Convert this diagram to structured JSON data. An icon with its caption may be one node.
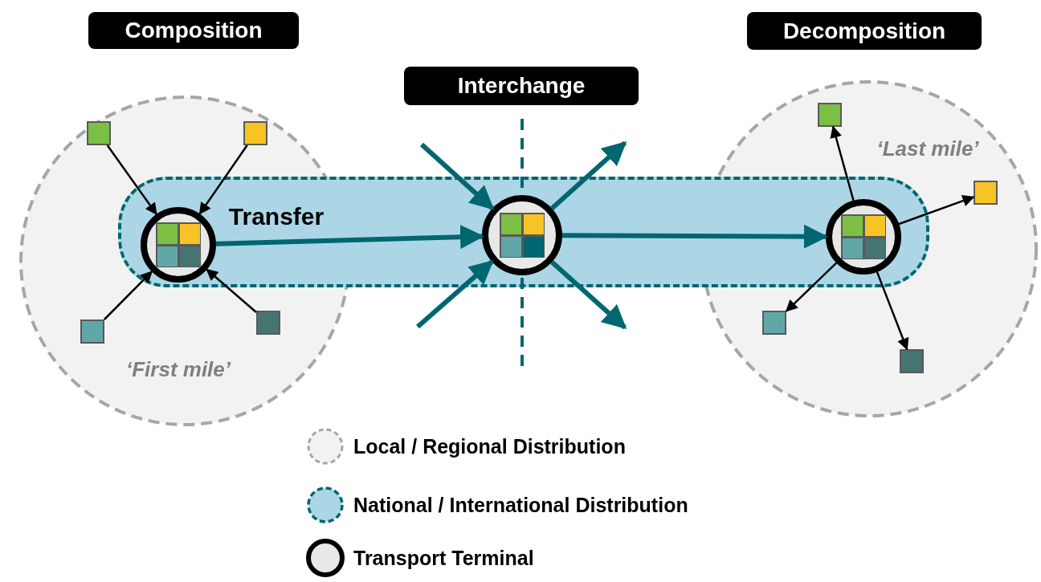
{
  "diagram": {
    "nodes": [
      {
        "text": [
          "Composition"
        ]
      },
      {
        "text": [
          "Interchange"
        ]
      },
      {
        "text": [
          "Decomposition"
        ]
      },
      {
        "text": [
          "‘First mile’"
        ]
      },
      {
        "text": [
          "‘Last mile’"
        ]
      },
      {
        "text": [
          "Transfer"
        ]
      },
      {
        "text": [],
        "shape": "circle"
      },
      {
        "text": [],
        "shape": "circle",
        "in": 5
      },
      {
        "text": [],
        "shape": "circle"
      },
      {
        "text": [],
        "shape": "box",
        "in": 3
      },
      {
        "text": [],
        "shape": "box",
        "in": 3
      },
      {
        "text": [],
        "shape": "box",
        "in": 3
      },
      {
        "text": [],
        "shape": "box",
        "in": 3
      },
      {
        "text": [],
        "shape": "box",
        "in": 4
      },
      {
        "text": [],
        "shape": "box",
        "in": 4
      },
      {
        "text": [],
        "shape": "box",
        "in": 4
      },
      {
        "text": [],
        "shape": "box",
        "in": 4
      }
    ],
    "edges": [
      {
        "from": 9,
        "to": 6,
        "arrow": "to"
      },
      {
        "from": 10,
        "to": 6,
        "arrow": "to"
      },
      {
        "from": 11,
        "to": 6,
        "arrow": "to"
      },
      {
        "from": 12,
        "to": 6,
        "arrow": "to"
      },
      {
        "from": 6,
        "to": 7,
        "arrow": "to",
        "style": "thick",
        "color": "#006670"
      },
      {
        "from": null,
        "to": 7,
        "arrow": "to",
        "style": "thick",
        "color": "#006670"
      },
      {
        "from": null,
        "to": 7,
        "arrow": "to",
        "style": "thick",
        "color": "#006670"
      },
      {
        "from": 7,
        "to": null,
        "arrow": "to",
        "style": "thick",
        "color": "#006670"
      },
      {
        "from": 7,
        "to": null,
        "arrow": "to",
        "style": "thick",
        "color": "#006670"
      },
      {
        "from": 7,
        "to": 8,
        "arrow": "to",
        "style": "thick",
        "color": "#006670"
      },
      {
        "from": 8,
        "to": 13,
        "arrow": "to"
      },
      {
        "from": 8,
        "to": 14,
        "arrow": "to"
      },
      {
        "from": 8,
        "to": 15,
        "arrow": "to"
      },
      {
        "from": 8,
        "to": 16,
        "arrow": "to"
      }
    ],
    "legend": [
      {
        "text": "Local / Regional Distribution"
      },
      {
        "text": "National / International Distribution"
      },
      {
        "text": "Transport Terminal"
      }
    ]
  }
}
